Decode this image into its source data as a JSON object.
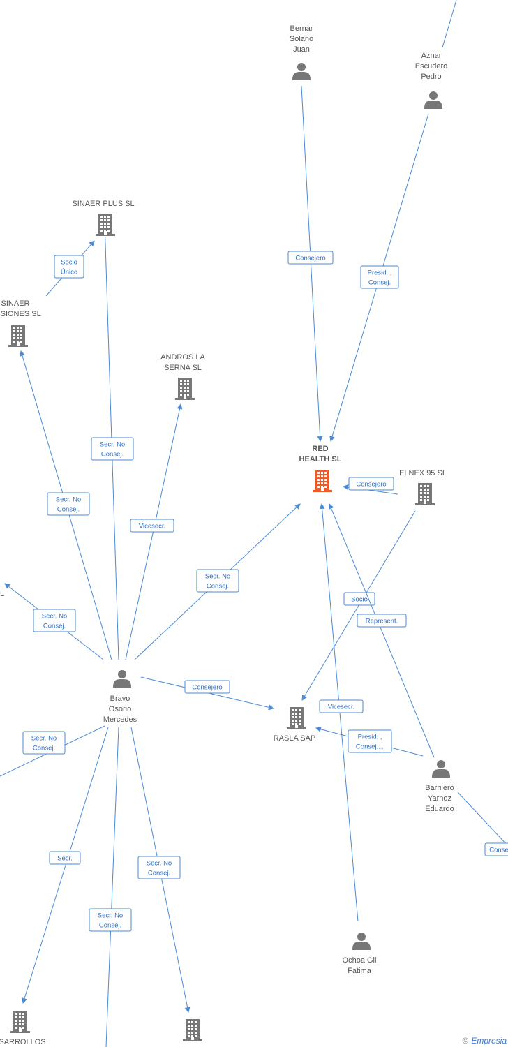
{
  "nodes": [
    {
      "id": "bernar",
      "type": "person",
      "label": [
        "Bernar",
        "Solano",
        "Juan"
      ]
    },
    {
      "id": "aznar",
      "type": "person",
      "label": [
        "Aznar",
        "Escudero",
        "Pedro"
      ]
    },
    {
      "id": "sinaer_plus",
      "type": "company",
      "label": [
        "SINAER PLUS SL"
      ]
    },
    {
      "id": "sinaer_inv",
      "type": "company",
      "label": [
        "SINAER",
        "ERSIONES SL"
      ]
    },
    {
      "id": "andros",
      "type": "company",
      "label": [
        "ANDROS LA",
        "SERNA  SL"
      ]
    },
    {
      "id": "red_health",
      "type": "company",
      "focus": true,
      "label": [
        "RED",
        "HEALTH SL"
      ]
    },
    {
      "id": "elnex",
      "type": "company",
      "label": [
        "ELNEX 95  SL"
      ]
    },
    {
      "id": "bravo",
      "type": "person",
      "label": [
        "Bravo",
        "Osorio",
        "Mercedes"
      ]
    },
    {
      "id": "rasla",
      "type": "company",
      "label": [
        "RASLA SAP"
      ]
    },
    {
      "id": "barrilero",
      "type": "person",
      "label": [
        "Barrilero",
        "Yarnoz",
        "Eduardo"
      ]
    },
    {
      "id": "ochoa",
      "type": "person",
      "label": [
        "Ochoa Gil",
        "Fatima"
      ]
    },
    {
      "id": "desarrollos",
      "type": "company",
      "label": [
        "SARROLLOS"
      ]
    },
    {
      "id": "bottom_co",
      "type": "company",
      "label": []
    },
    {
      "id": "left_l",
      "type": "stub",
      "label": [
        "L"
      ]
    }
  ],
  "edges": [
    {
      "label": [
        "Consejero"
      ]
    },
    {
      "label": [
        "Presid. ,",
        "Consej."
      ]
    },
    {
      "label": [
        "Socio",
        "Único"
      ]
    },
    {
      "label": [
        "Secr. No",
        "Consej."
      ]
    },
    {
      "label": [
        "Secr. No",
        "Consej."
      ]
    },
    {
      "label": [
        "Vicesecr."
      ]
    },
    {
      "label": [
        "Secr. No",
        "Consej."
      ]
    },
    {
      "label": [
        "Secr. No",
        "Consej."
      ]
    },
    {
      "label": [
        "Consejero"
      ]
    },
    {
      "label": [
        "Consejero"
      ]
    },
    {
      "label": [
        "Socio"
      ]
    },
    {
      "label": [
        "Represent."
      ]
    },
    {
      "label": [
        "Vicesecr."
      ]
    },
    {
      "label": [
        "Presid. ,",
        "Consej...."
      ]
    },
    {
      "label": [
        "Secr. No",
        "Consej."
      ]
    },
    {
      "label": [
        "Secr."
      ]
    },
    {
      "label": [
        "Secr. No",
        "Consej."
      ]
    },
    {
      "label": [
        "Secr. No",
        "Consej."
      ]
    },
    {
      "label": [
        "Conse"
      ]
    },
    {
      "label": []
    },
    {
      "label": []
    }
  ],
  "colors": {
    "edge": "#4a8ad6",
    "edge_text": "#2c6fc3",
    "node": "#777777",
    "focus": "#f05a28"
  },
  "footer": {
    "copyright": "©",
    "brand": "Empresia"
  }
}
